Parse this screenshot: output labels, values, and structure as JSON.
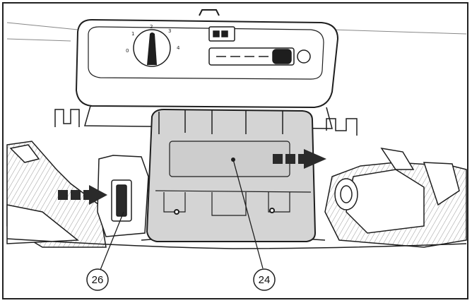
{
  "figure": {
    "callouts": [
      {
        "id": "26"
      },
      {
        "id": "24"
      }
    ],
    "dial_labels": [
      "0",
      "1",
      "2",
      "3",
      "4"
    ],
    "colors": {
      "stroke": "#1e1e1e",
      "battery_fill": "#d4d4d4",
      "arrow_fill": "#2a2a2a",
      "background": "#ffffff"
    },
    "icons": [
      "arrow-right-icon",
      "battery-icon",
      "gauge-icon"
    ]
  }
}
